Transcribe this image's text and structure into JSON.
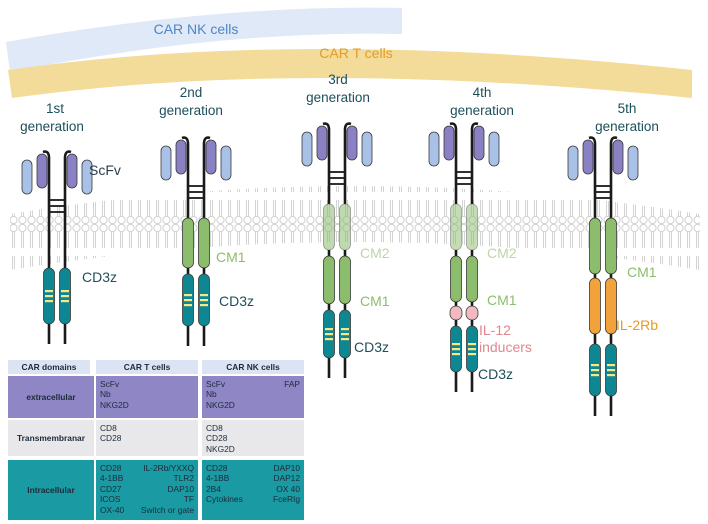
{
  "banners": {
    "nk": "CAR NK cells",
    "t": "CAR T cells"
  },
  "generations": [
    {
      "line1": "1st",
      "line2": "generation"
    },
    {
      "line1": "2nd",
      "line2": "generation"
    },
    {
      "line1": "3rd",
      "line2": "generation"
    },
    {
      "line1": "4th",
      "line2": "generation"
    },
    {
      "line1": "5th",
      "line2": "generation"
    }
  ],
  "labels": {
    "scfv": "ScFv",
    "cd3z_1": "CD3z",
    "cd3z_2": "CD3z",
    "cd3z_3": "CD3z",
    "cd3z_4": "CD3z",
    "cm1_2": "CM1",
    "cm1_3": "CM1",
    "cm1_4": "CM1",
    "cm1_5": "CM1",
    "cm2_3": "CM2",
    "cm2_4": "CM2",
    "il12_line1": "IL-12",
    "il12_line2": "inducers",
    "il2rb": "IL-2Rb"
  },
  "colors": {
    "nk_banner": "#dfe9f7",
    "t_banner": "#f3dc9a",
    "nk_text": "#4f86c6",
    "t_text": "#e59a2a",
    "teal": "#0f8793",
    "green": "#8cbd6c",
    "light_green": "#cfe3c0",
    "purple": "#8a80c4",
    "blue": "#a9c1e6",
    "orange": "#f2a23a",
    "pink": "#f1b9c0",
    "stripe": "#f5e88a"
  },
  "table": {
    "headers": [
      "CAR domains",
      "CAR T cells",
      "CAR NK cells"
    ],
    "rows": [
      {
        "label": "extracellular",
        "t_cells": [
          [
            "ScFv",
            ""
          ],
          [
            "Nb",
            ""
          ],
          [
            "NKG2D",
            ""
          ]
        ],
        "nk_cells": [
          [
            "ScFv",
            "FAP"
          ],
          [
            "Nb",
            ""
          ],
          [
            "NKG2D",
            ""
          ]
        ]
      },
      {
        "label": "Transmembranar",
        "t_cells": [
          [
            "CD8",
            ""
          ],
          [
            "CD28",
            ""
          ]
        ],
        "nk_cells": [
          [
            "CD8",
            ""
          ],
          [
            "CD28",
            ""
          ],
          [
            "NKG2D",
            ""
          ]
        ]
      },
      {
        "label": "Intracellular",
        "t_cells": [
          [
            "CD28",
            "IL-2Rb/YXXQ"
          ],
          [
            "4-1BB",
            "TLR2"
          ],
          [
            "CD27",
            "DAP10"
          ],
          [
            "ICOS",
            "TF"
          ],
          [
            "OX-40",
            "Switch or gate"
          ]
        ],
        "nk_cells": [
          [
            "CD28",
            "DAP10"
          ],
          [
            "4-1BB",
            "DAP12"
          ],
          [
            "2B4",
            "OX 40"
          ],
          [
            "Cytokines",
            "FceRIg"
          ]
        ]
      }
    ]
  }
}
